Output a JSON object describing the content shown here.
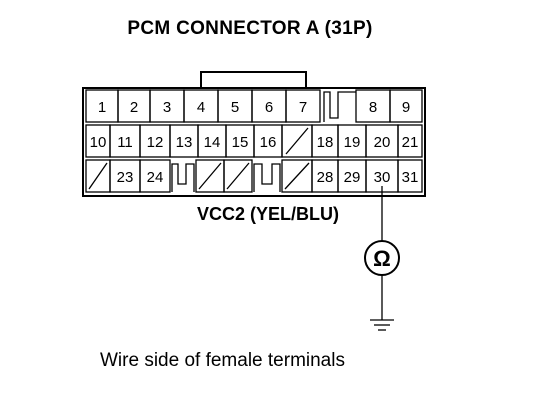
{
  "title": "PCM CONNECTOR A (31P)",
  "wire_label": "VCC2 (YEL/BLU)",
  "caption": "Wire side of female terminals",
  "meter_symbol": "Ω",
  "row1": [
    "1",
    "2",
    "3",
    "4",
    "5",
    "6",
    "7",
    "",
    "8",
    "9"
  ],
  "row2": [
    "10",
    "11",
    "12",
    "13",
    "14",
    "15",
    "16",
    "",
    "18",
    "19",
    "20",
    "21"
  ],
  "row3": [
    "",
    "23",
    "24",
    "",
    "",
    "",
    "",
    "28",
    "29",
    "30",
    "31"
  ]
}
